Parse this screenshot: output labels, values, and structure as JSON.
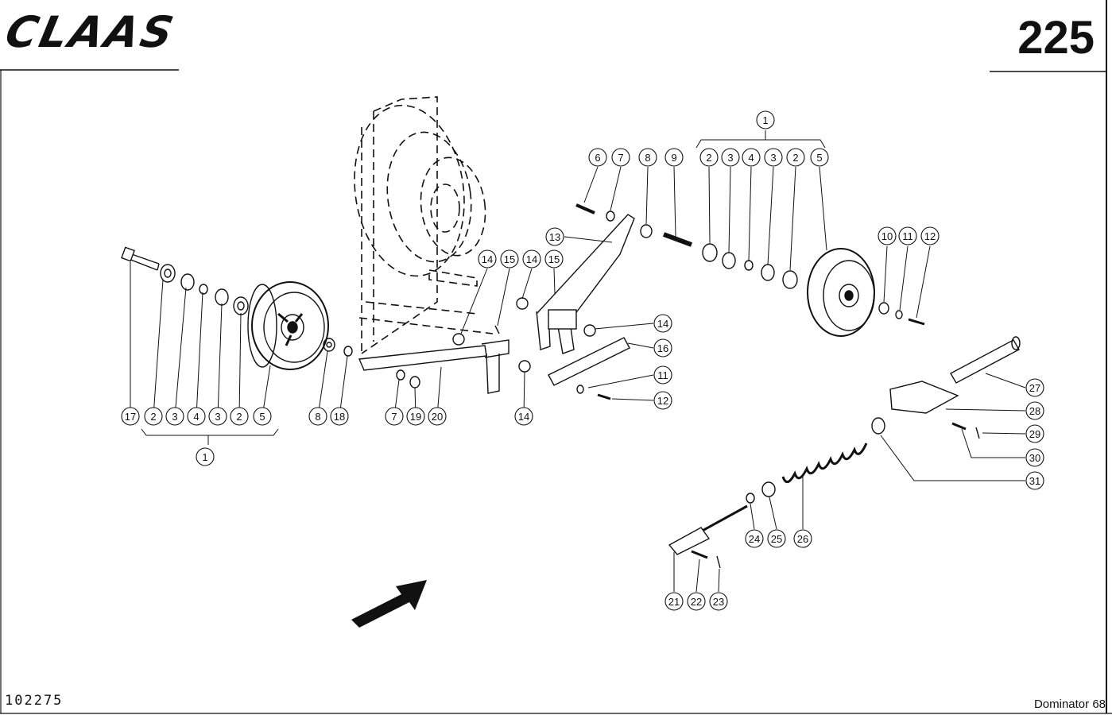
{
  "header": {
    "brand": "CLAAS",
    "page_number": "225"
  },
  "footer": {
    "drawing_number": "102275",
    "model": "Dominator 68"
  },
  "callouts": [
    "1",
    "2",
    "3",
    "4",
    "5",
    "6",
    "7",
    "8",
    "9",
    "10",
    "11",
    "12",
    "13",
    "14",
    "15",
    "16",
    "17",
    "18",
    "19",
    "20",
    "21",
    "22",
    "23",
    "24",
    "25",
    "26",
    "27",
    "28",
    "29",
    "30",
    "31"
  ],
  "colors": {
    "ink": "#111111",
    "paper": "#ffffff"
  }
}
